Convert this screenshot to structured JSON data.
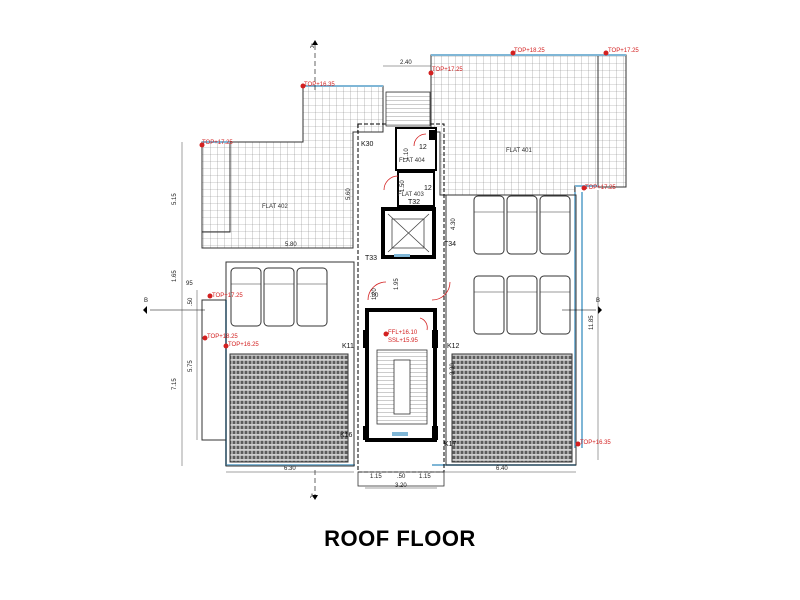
{
  "title": "ROOF FLOOR",
  "flats": [
    "FLAT 402",
    "FLAT 401",
    "FLAT 404",
    "FLAT 403"
  ],
  "stair_numbers": [
    "12",
    "12"
  ],
  "column_labels": {
    "k30": "K30",
    "t32": "T32",
    "t33": "T33",
    "t34": "T34",
    "k11": "K11",
    "k12": "K12",
    "k16": "K16",
    "k17": "K17"
  },
  "levels": {
    "top_1635_a": "TOP+16.35",
    "top_1725_a": "TOP+17.25",
    "top_1825_a": "TOP+18.25",
    "top_1725_b": "TOP+17.25",
    "top_1725_c": "TOP+17.25",
    "top_1725_d": "TOP+17.25",
    "top_1725_e": "TOP+17.25",
    "top_1825_b": "TOP+18.25",
    "top_1625": "TOP+16.25",
    "top_1635_b": "TOP+16.35",
    "ffl": "FFL+16.10",
    "ssl": "SSL+15.95"
  },
  "dimensions": {
    "d_240": "2.40",
    "d_515": "5.15",
    "d_165": "1.65",
    "d_95": "95",
    "d_50": ".50",
    "d_715": "7.15",
    "d_575": "5.75",
    "d_630": "6.30",
    "d_115_a": "1.15",
    "d_50b": ".50",
    "d_115_b": "1.15",
    "d_320": "3.20",
    "d_640": "6.40",
    "d_1185": "11.85",
    "d_580": "5.80",
    "d_430": "4.30",
    "d_195": "1.95",
    "d_80": ".80",
    "d_150": "1.50",
    "d_330": "3.30",
    "d_560": "5.60",
    "d_110": "1.10",
    "d_120": "1.20"
  },
  "section_marks": {
    "a": "A",
    "b": "B"
  }
}
